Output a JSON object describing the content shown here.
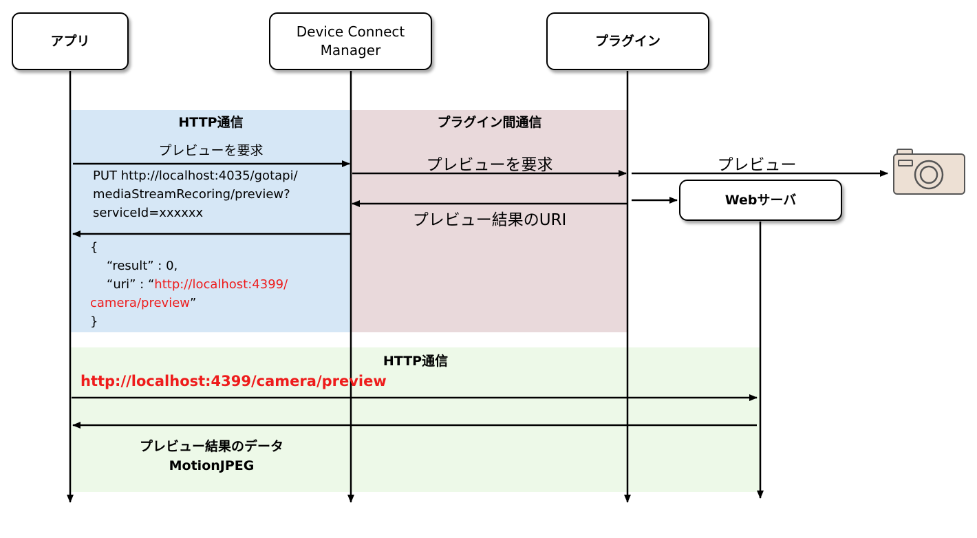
{
  "actors": {
    "app": "アプリ",
    "manager_line1": "Device Connect",
    "manager_line2": "Manager",
    "plugin": "プラグイン",
    "webserver": "Webサーバ"
  },
  "zones": {
    "http_top": "HTTP通信",
    "plugin_comm": "プラグイン間通信",
    "http_bottom": "HTTP通信"
  },
  "messages": {
    "app_request": "プレビューを要求",
    "put_line1": "PUT http://localhost:4035/gotapi/",
    "put_line2": "mediaStreamRecoring/preview?",
    "put_line3": "serviceId=xxxxxx",
    "mgr_request": "プレビューを要求",
    "plugin_preview": "プレビュー",
    "plugin_result": "プレビュー結果のURI",
    "resp_open": "{",
    "resp_result": "“result” : 0,",
    "resp_uri_key": "“uri” : “",
    "resp_uri_val1": "http://localhost:4399/",
    "resp_uri_val2": "camera/preview",
    "resp_uri_close": "”",
    "resp_close": "}",
    "preview_url": "http://localhost:4399/camera/preview",
    "result_data_line1": "プレビュー結果のデータ",
    "result_data_line2": "MotionJPEG"
  },
  "icons": {
    "camera": "camera-icon"
  },
  "colors": {
    "http_zone": "#d6e7f6",
    "plugin_zone": "#e9d9db",
    "http_bottom_zone": "#edf9e8",
    "url_red": "#ee1c1c",
    "camera_body": "#ede0d4",
    "line": "#000000"
  }
}
